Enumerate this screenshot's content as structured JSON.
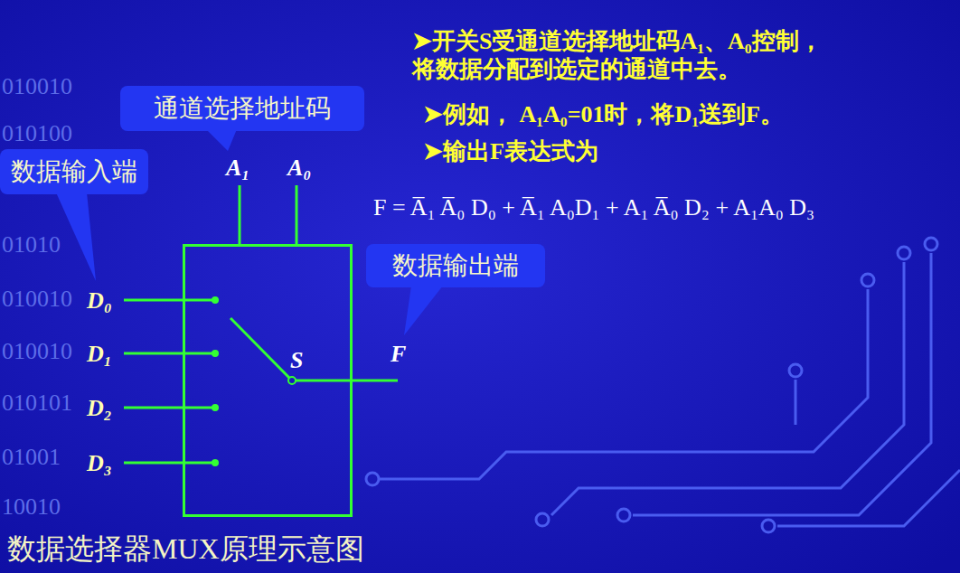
{
  "diagram": {
    "caption": "数据选择器MUX原理示意图",
    "nodes": [
      {
        "text": [
          "通道选择地址码"
        ]
      },
      {
        "text": [
          "数据输入端"
        ]
      },
      {
        "text": [
          "S"
        ]
      },
      {
        "text": [
          "数据输出端"
        ]
      }
    ],
    "labels": [
      "➤开关S受通道选择地址码A₁、A₀控制， 将数据分配到选定的通道中去。",
      "➤例如， A₁A₀=01时，将D₁送到F。",
      "➤输出F表达式为",
      "F = A̅₁ A̅₀ D₀ + A̅₁ A₀D₁ + A₁ A̅₀ D₂ + A₁A₀ D₃",
      "A₁",
      "A₀",
      "D₀",
      "D₁",
      "D₂",
      "D₃",
      "F",
      "010010",
      "010100",
      "01010",
      "010010",
      "010010",
      "010101",
      "01001",
      "10010"
    ]
  }
}
